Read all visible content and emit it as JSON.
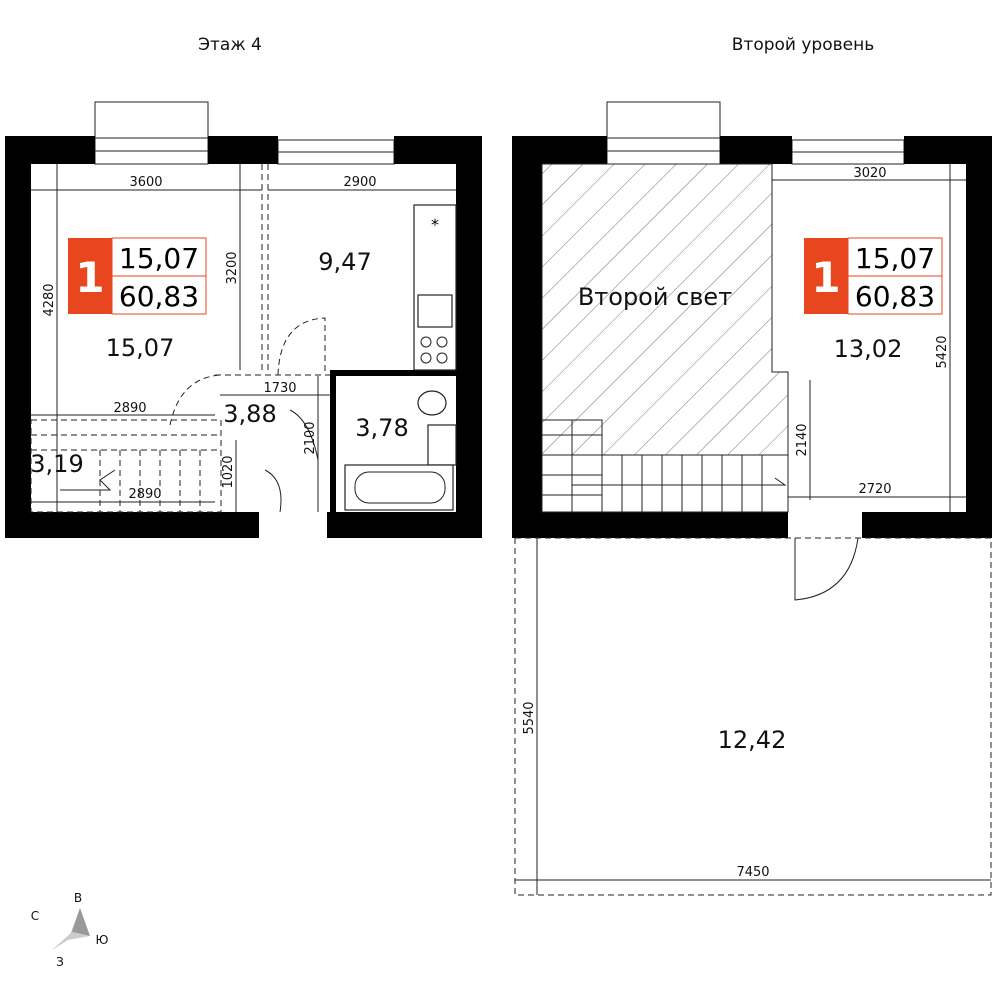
{
  "titles": {
    "floor": "Этаж 4",
    "level2": "Второй уровень"
  },
  "badge": {
    "rooms": "1",
    "living_area": "15,07",
    "total_area": "60,83",
    "color": "#e8461e"
  },
  "rooms": {
    "living": "15,07",
    "kitchen": "9,47",
    "hall": "3,88",
    "bath": "3,78",
    "stairs": "3,19",
    "second_light": "Второй свет",
    "upper_room": "13,02",
    "terrace": "12,42"
  },
  "dims": {
    "d3600": "3600",
    "d2900": "2900",
    "d4280": "4280",
    "d3200": "3200",
    "d1730": "1730",
    "d2890a": "2890",
    "d2890b": "2890",
    "d2100": "2100",
    "d1020": "1020",
    "d3020": "3020",
    "d5420": "5420",
    "d2140": "2140",
    "d2720": "2720",
    "d5540": "5540",
    "d7450": "7450"
  },
  "compass": {
    "n": "В",
    "w": "С",
    "e": "Ю",
    "s": "З"
  }
}
